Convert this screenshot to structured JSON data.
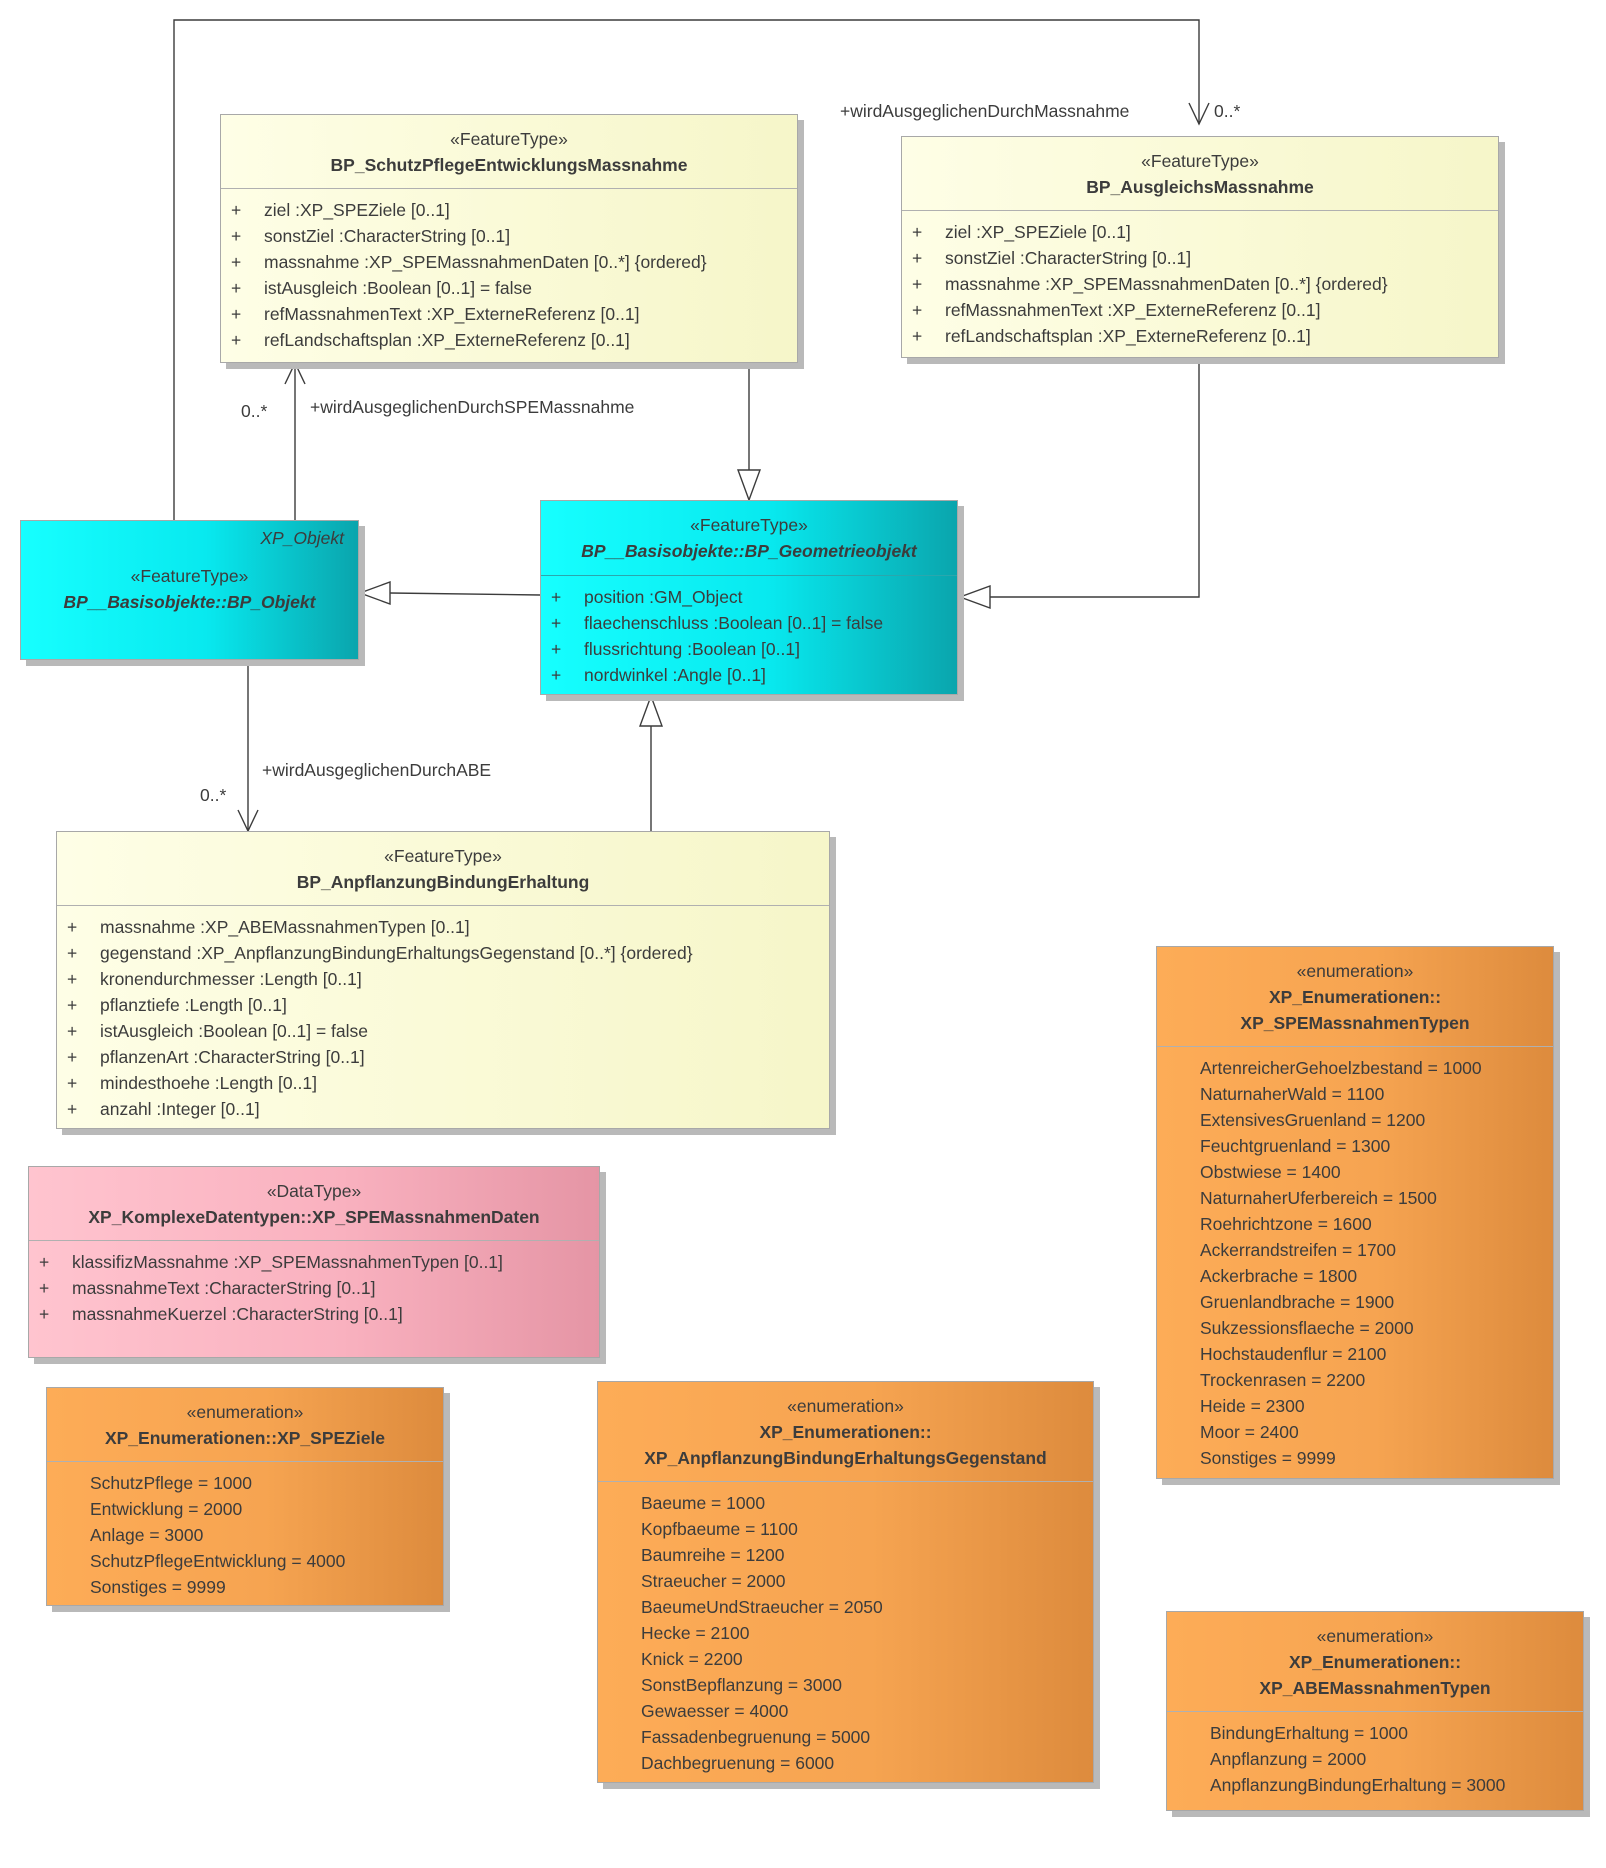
{
  "diagram": {
    "classes": {
      "spe": {
        "stereotype": "«FeatureType»",
        "name": "BP_SchutzPflegeEntwicklungsMassnahme",
        "attributes": [
          {
            "vis": "+",
            "text": "ziel  :XP_SPEZiele [0..1]"
          },
          {
            "vis": "+",
            "text": "sonstZiel  :CharacterString [0..1]"
          },
          {
            "vis": "+",
            "text": "massnahme  :XP_SPEMassnahmenDaten [0..*] {ordered}"
          },
          {
            "vis": "+",
            "text": "istAusgleich  :Boolean [0..1] = false"
          },
          {
            "vis": "+",
            "text": "refMassnahmenText  :XP_ExterneReferenz [0..1]"
          },
          {
            "vis": "+",
            "text": "refLandschaftsplan  :XP_ExterneReferenz [0..1]"
          }
        ]
      },
      "ausgleich": {
        "stereotype": "«FeatureType»",
        "name": "BP_AusgleichsMassnahme",
        "attributes": [
          {
            "vis": "+",
            "text": "ziel  :XP_SPEZiele [0..1]"
          },
          {
            "vis": "+",
            "text": "sonstZiel  :CharacterString [0..1]"
          },
          {
            "vis": "+",
            "text": "massnahme  :XP_SPEMassnahmenDaten [0..*] {ordered}"
          },
          {
            "vis": "+",
            "text": "refMassnahmenText  :XP_ExterneReferenz [0..1]"
          },
          {
            "vis": "+",
            "text": "refLandschaftsplan  :XP_ExterneReferenz [0..1]"
          }
        ]
      },
      "bp_objekt": {
        "corner": "XP_Objekt",
        "stereotype": "«FeatureType»",
        "name": "BP__Basisobjekte::BP_Objekt"
      },
      "geometrie": {
        "stereotype": "«FeatureType»",
        "name": "BP__Basisobjekte::BP_Geometrieobjekt",
        "attributes": [
          {
            "vis": "+",
            "text": "position  :GM_Object"
          },
          {
            "vis": "+",
            "text": "flaechenschluss  :Boolean [0..1] = false"
          },
          {
            "vis": "+",
            "text": "flussrichtung  :Boolean [0..1]"
          },
          {
            "vis": "+",
            "text": "nordwinkel  :Angle [0..1]"
          }
        ]
      },
      "anpflanzung": {
        "stereotype": "«FeatureType»",
        "name": "BP_AnpflanzungBindungErhaltung",
        "attributes": [
          {
            "vis": "+",
            "text": "massnahme  :XP_ABEMassnahmenTypen [0..1]"
          },
          {
            "vis": "+",
            "text": "gegenstand  :XP_AnpflanzungBindungErhaltungsGegenstand [0..*] {ordered}"
          },
          {
            "vis": "+",
            "text": "kronendurchmesser  :Length [0..1]"
          },
          {
            "vis": "+",
            "text": "pflanztiefe  :Length [0..1]"
          },
          {
            "vis": "+",
            "text": "istAusgleich  :Boolean [0..1] = false"
          },
          {
            "vis": "+",
            "text": "pflanzenArt  :CharacterString [0..1]"
          },
          {
            "vis": "+",
            "text": "mindesthoehe  :Length [0..1]"
          },
          {
            "vis": "+",
            "text": "anzahl  :Integer [0..1]"
          }
        ]
      },
      "spedaten": {
        "stereotype": "«DataType»",
        "name": "XP_KomplexeDatentypen::XP_SPEMassnahmenDaten",
        "attributes": [
          {
            "vis": "+",
            "text": "klassifizMassnahme  :XP_SPEMassnahmenTypen [0..1]"
          },
          {
            "vis": "+",
            "text": "massnahmeText  :CharacterString [0..1]"
          },
          {
            "vis": "+",
            "text": "massnahmeKuerzel  :CharacterString [0..1]"
          }
        ]
      },
      "speziele": {
        "stereotype": "«enumeration»",
        "name": "XP_Enumerationen::XP_SPEZiele",
        "literals": [
          "SchutzPflege = 1000",
          "Entwicklung = 2000",
          "Anlage = 3000",
          "SchutzPflegeEntwicklung = 4000",
          "Sonstiges = 9999"
        ]
      },
      "gegenstand": {
        "stereotype": "«enumeration»",
        "name": "XP_Enumerationen::",
        "name2": "XP_AnpflanzungBindungErhaltungsGegenstand",
        "literals": [
          "Baeume = 1000",
          "Kopfbaeume = 1100",
          "Baumreihe = 1200",
          "Straeucher = 2000",
          "BaeumeUndStraeucher = 2050",
          "Hecke = 2100",
          "Knick = 2200",
          "SonstBepflanzung = 3000",
          "Gewaesser = 4000",
          "Fassadenbegruenung = 5000",
          "Dachbegruenung = 6000"
        ]
      },
      "spetypen": {
        "stereotype": "«enumeration»",
        "name": "XP_Enumerationen::",
        "name2": "XP_SPEMassnahmenTypen",
        "literals": [
          "ArtenreicherGehoelzbestand = 1000",
          "NaturnaherWald = 1100",
          "ExtensivesGruenland = 1200",
          "Feuchtgruenland = 1300",
          "Obstwiese = 1400",
          "NaturnaherUferbereich = 1500",
          "Roehrichtzone = 1600",
          "Ackerrandstreifen = 1700",
          "Ackerbrache = 1800",
          "Gruenlandbrache = 1900",
          "Sukzessionsflaeche = 2000",
          "Hochstaudenflur = 2100",
          "Trockenrasen = 2200",
          "Heide = 2300",
          "Moor = 2400",
          "Sonstiges = 9999"
        ]
      },
      "abetypen": {
        "stereotype": "«enumeration»",
        "name": "XP_Enumerationen::",
        "name2": "XP_ABEMassnahmenTypen",
        "literals": [
          "BindungErhaltung = 1000",
          "Anpflanzung = 2000",
          "AnpflanzungBindungErhaltung = 3000"
        ]
      }
    },
    "associations": {
      "ausgleich_role": "+wirdAusgeglichenDurchMassnahme",
      "ausgleich_mult": "0..*",
      "spe_role": "+wirdAusgeglichenDurchSPEMassnahme",
      "spe_mult": "0..*",
      "abe_role": "+wirdAusgeglichenDurchABE",
      "abe_mult": "0..*"
    },
    "colors": {
      "feature_type": "#f8f8d0",
      "basisobjekt": "#0ad9df",
      "datatype": "#f9b4c2",
      "enumeration": "#f6a451",
      "line": "#3c3c3c"
    }
  }
}
